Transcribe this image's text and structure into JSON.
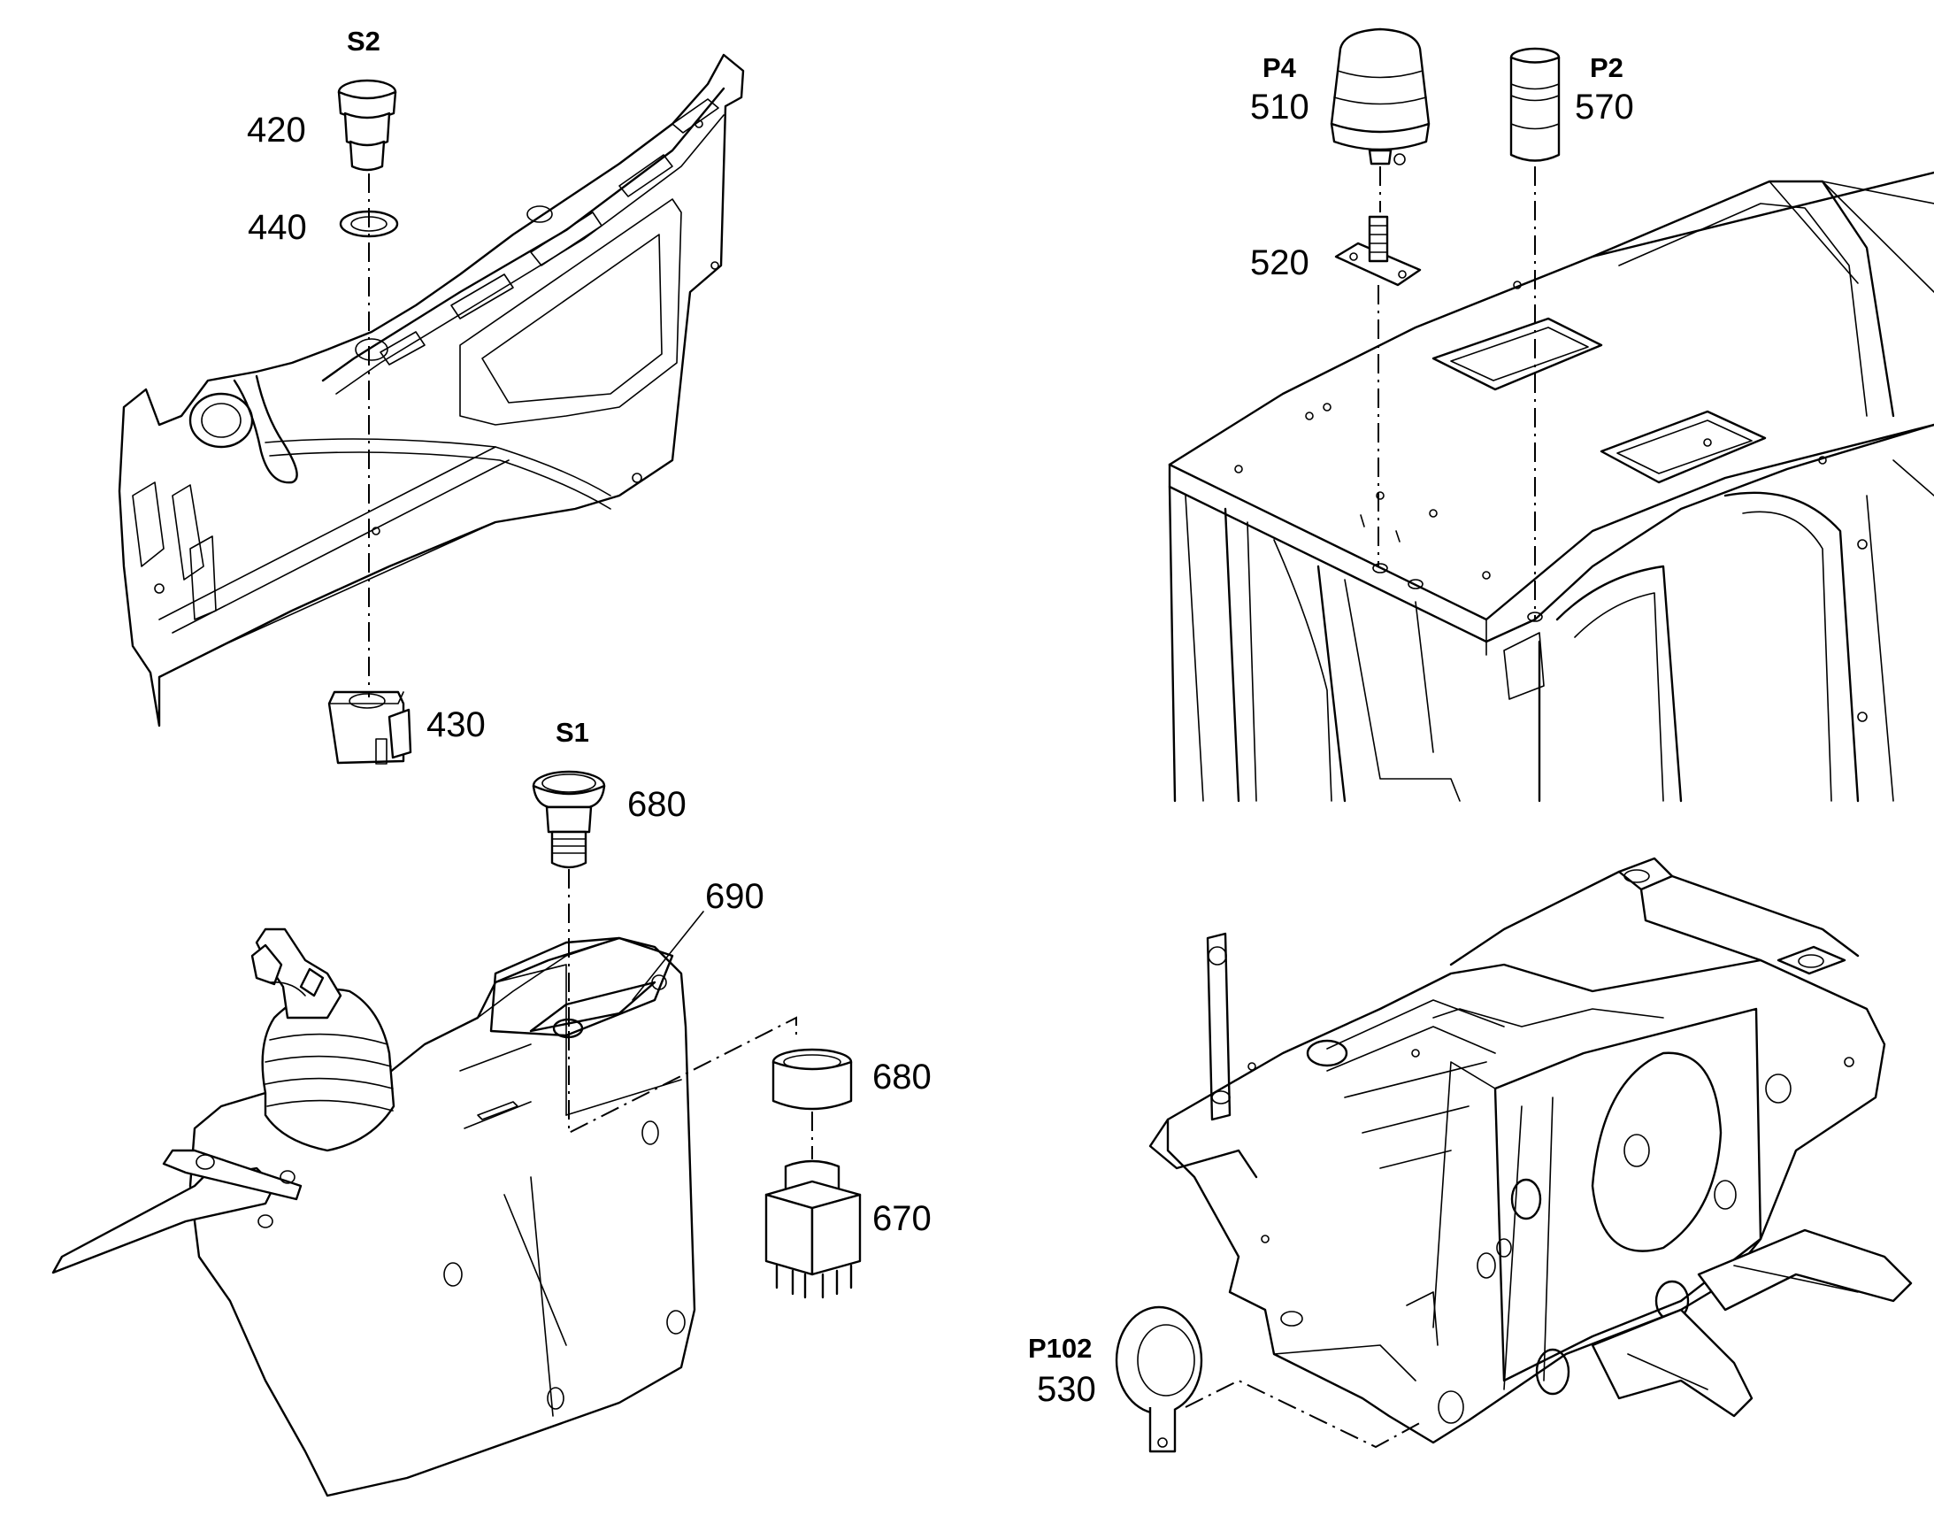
{
  "labels": {
    "s2": "S2",
    "s1": "S1",
    "p4": "P4",
    "p2": "P2",
    "p102": "P102",
    "n420": "420",
    "n440": "440",
    "n430": "430",
    "n680_top": "680",
    "n690": "690",
    "n680_ring": "680",
    "n670": "670",
    "n510": "510",
    "n570": "570",
    "n520": "520",
    "n530": "530"
  },
  "icons": {
    "stop-button": "emergency-stop-push-button",
    "beacon": "rotating-beacon-lamp",
    "horn": "horn"
  }
}
